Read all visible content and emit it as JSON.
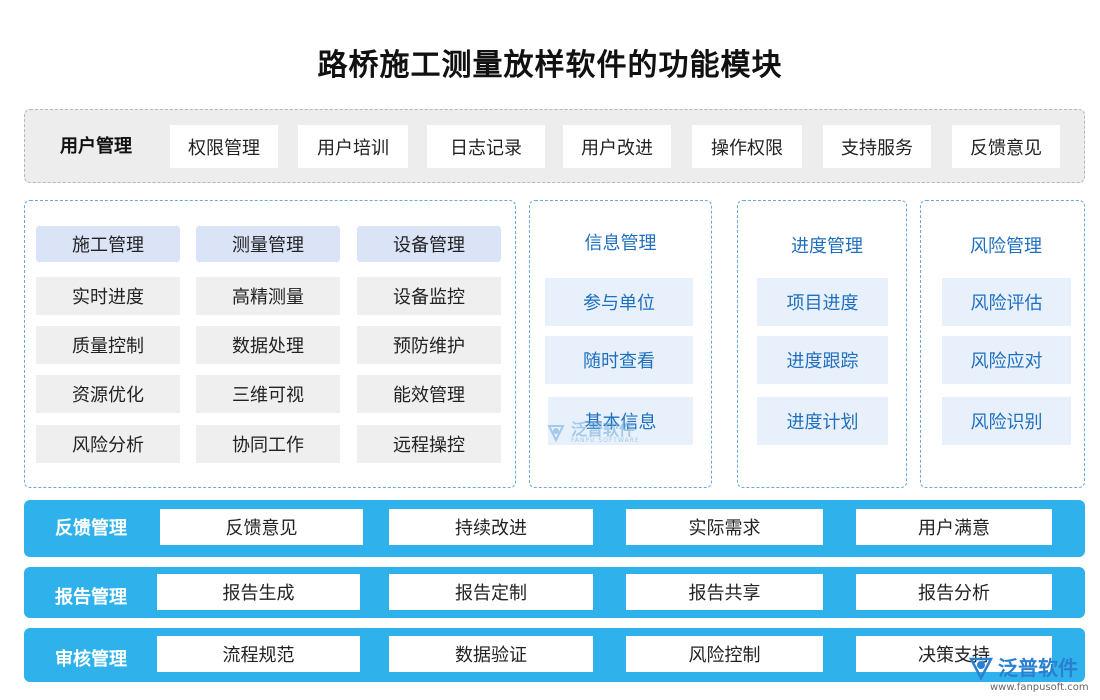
{
  "title": "路桥施工测量放样软件的功能模块",
  "top": {
    "label": "用户管理",
    "items": [
      "权限管理",
      "用户培训",
      "日志记录",
      "用户改进",
      "操作权限",
      "支持服务",
      "反馈意见"
    ]
  },
  "left_panel": {
    "columns": [
      {
        "head": "施工管理",
        "items": [
          "实时进度",
          "质量控制",
          "资源优化",
          "风险分析"
        ]
      },
      {
        "head": "测量管理",
        "items": [
          "高精测量",
          "数据处理",
          "三维可视",
          "协同工作"
        ]
      },
      {
        "head": "设备管理",
        "items": [
          "设备监控",
          "预防维护",
          "能效管理",
          "远程操控"
        ]
      }
    ]
  },
  "info": {
    "head": "信息管理",
    "items": [
      "参与单位",
      "随时查看",
      "基本信息"
    ]
  },
  "progress": {
    "head": "进度管理",
    "items": [
      "项目进度",
      "进度跟踪",
      "进度计划"
    ]
  },
  "risk": {
    "head": "风险管理",
    "items": [
      "风险评估",
      "风险应对",
      "风险识别"
    ]
  },
  "bars": [
    {
      "label": "反馈管理",
      "items": [
        "反馈意见",
        "持续改进",
        "实际需求",
        "用户满意"
      ]
    },
    {
      "label": "报告管理",
      "items": [
        "报告生成",
        "报告定制",
        "报告共享",
        "报告分析"
      ]
    },
    {
      "label": "审核管理",
      "items": [
        "流程规范",
        "数据验证",
        "风险控制",
        "决策支持"
      ]
    }
  ],
  "watermark": {
    "text": "泛普软件",
    "sub": "FANPU SOFTWARE"
  },
  "logo": {
    "text": "泛普软件",
    "url": "www.fanpusoft.com",
    "icon": "fanpu-logo-icon"
  },
  "colors": {
    "bar": "#2fb2ec",
    "accent_text": "#1f6fbf",
    "panel_border": "#6aa9dc",
    "module_head_bg": "#dbe3f6"
  }
}
